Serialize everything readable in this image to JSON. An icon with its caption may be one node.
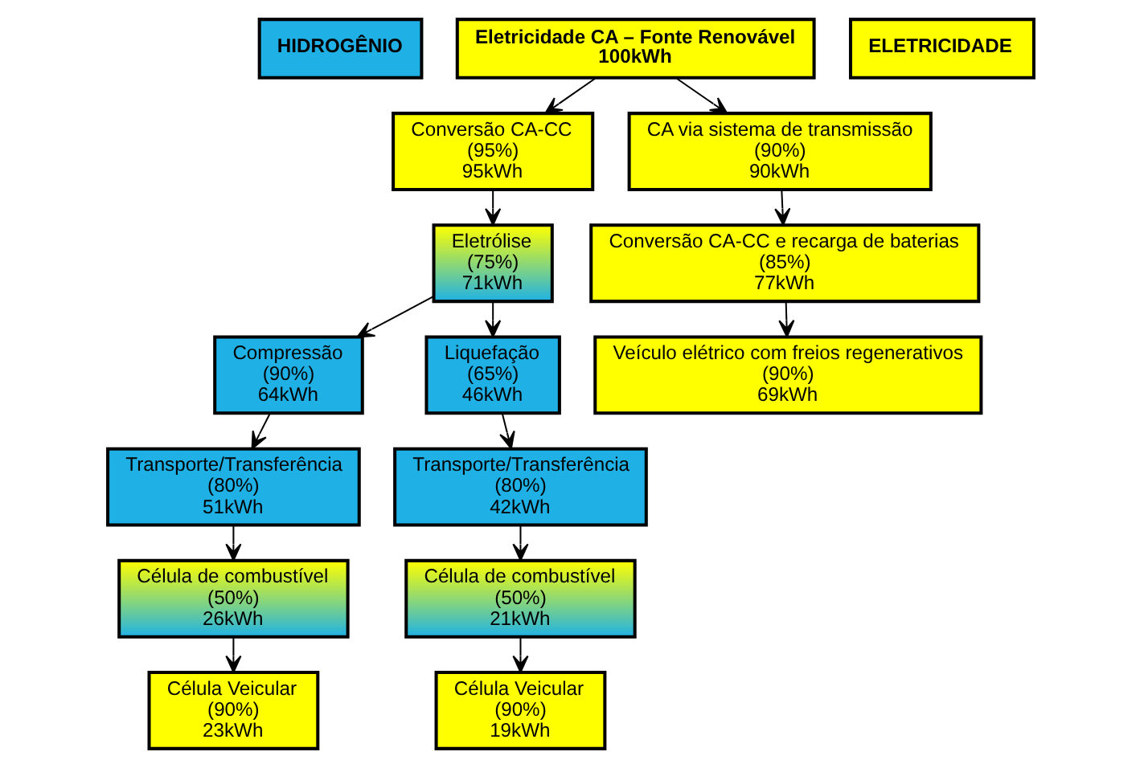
{
  "diagram": {
    "nodes": [
      {
        "text": [
          "HIDROGÊNIO"
        ]
      },
      {
        "text": [
          "Eletricidade CA – Fonte Renovável",
          "100kWh"
        ]
      },
      {
        "text": [
          "ELETRICIDADE"
        ]
      },
      {
        "text": [
          "Conversão CA-CC",
          "(95%)",
          "95kWh"
        ]
      },
      {
        "text": [
          "CA via sistema de transmissão",
          "(90%)",
          "90kWh"
        ]
      },
      {
        "text": [
          "Eletrólise",
          "(75%)",
          "71kWh"
        ]
      },
      {
        "text": [
          "Compressão",
          "(90%)",
          "64kWh"
        ]
      },
      {
        "text": [
          "Liquefação",
          "(65%)",
          "46kWh"
        ]
      },
      {
        "text": [
          "Conversão CA-CC e recarga de baterias",
          "(85%)",
          "77kWh"
        ]
      },
      {
        "text": [
          "Transporte/Transferência",
          "(80%)",
          "51kWh"
        ]
      },
      {
        "text": [
          "Transporte/Transferência",
          "(80%)",
          "42kWh"
        ]
      },
      {
        "text": [
          "Célula de combustível",
          "(50%)",
          "26kWh"
        ]
      },
      {
        "text": [
          "Célula de combustível",
          "(50%)",
          "21kWh"
        ]
      },
      {
        "text": [
          "Veículo elétrico com freios regenerativos",
          "(90%)",
          "69kWh"
        ]
      },
      {
        "text": [
          "Célula Veicular",
          "(90%)",
          "23kWh"
        ]
      },
      {
        "text": [
          "Célula Veicular",
          "(90%)",
          "19kWh"
        ]
      }
    ],
    "edges": [
      {
        "from": 1,
        "to": 3,
        "arrow": "to"
      },
      {
        "from": 1,
        "to": 4,
        "arrow": "to"
      },
      {
        "from": 3,
        "to": 5,
        "arrow": "to"
      },
      {
        "from": 5,
        "to": 6,
        "arrow": "to"
      },
      {
        "from": 5,
        "to": 7,
        "arrow": "to"
      },
      {
        "from": 4,
        "to": 8,
        "arrow": "to"
      },
      {
        "from": 6,
        "to": 9,
        "arrow": "to"
      },
      {
        "from": 7,
        "to": 10,
        "arrow": "to"
      },
      {
        "from": 8,
        "to": 13,
        "arrow": "to"
      },
      {
        "from": 9,
        "to": 11,
        "arrow": "to"
      },
      {
        "from": 10,
        "to": 12,
        "arrow": "to"
      },
      {
        "from": 11,
        "to": 14,
        "arrow": "to"
      },
      {
        "from": 12,
        "to": 15,
        "arrow": "to"
      }
    ]
  }
}
